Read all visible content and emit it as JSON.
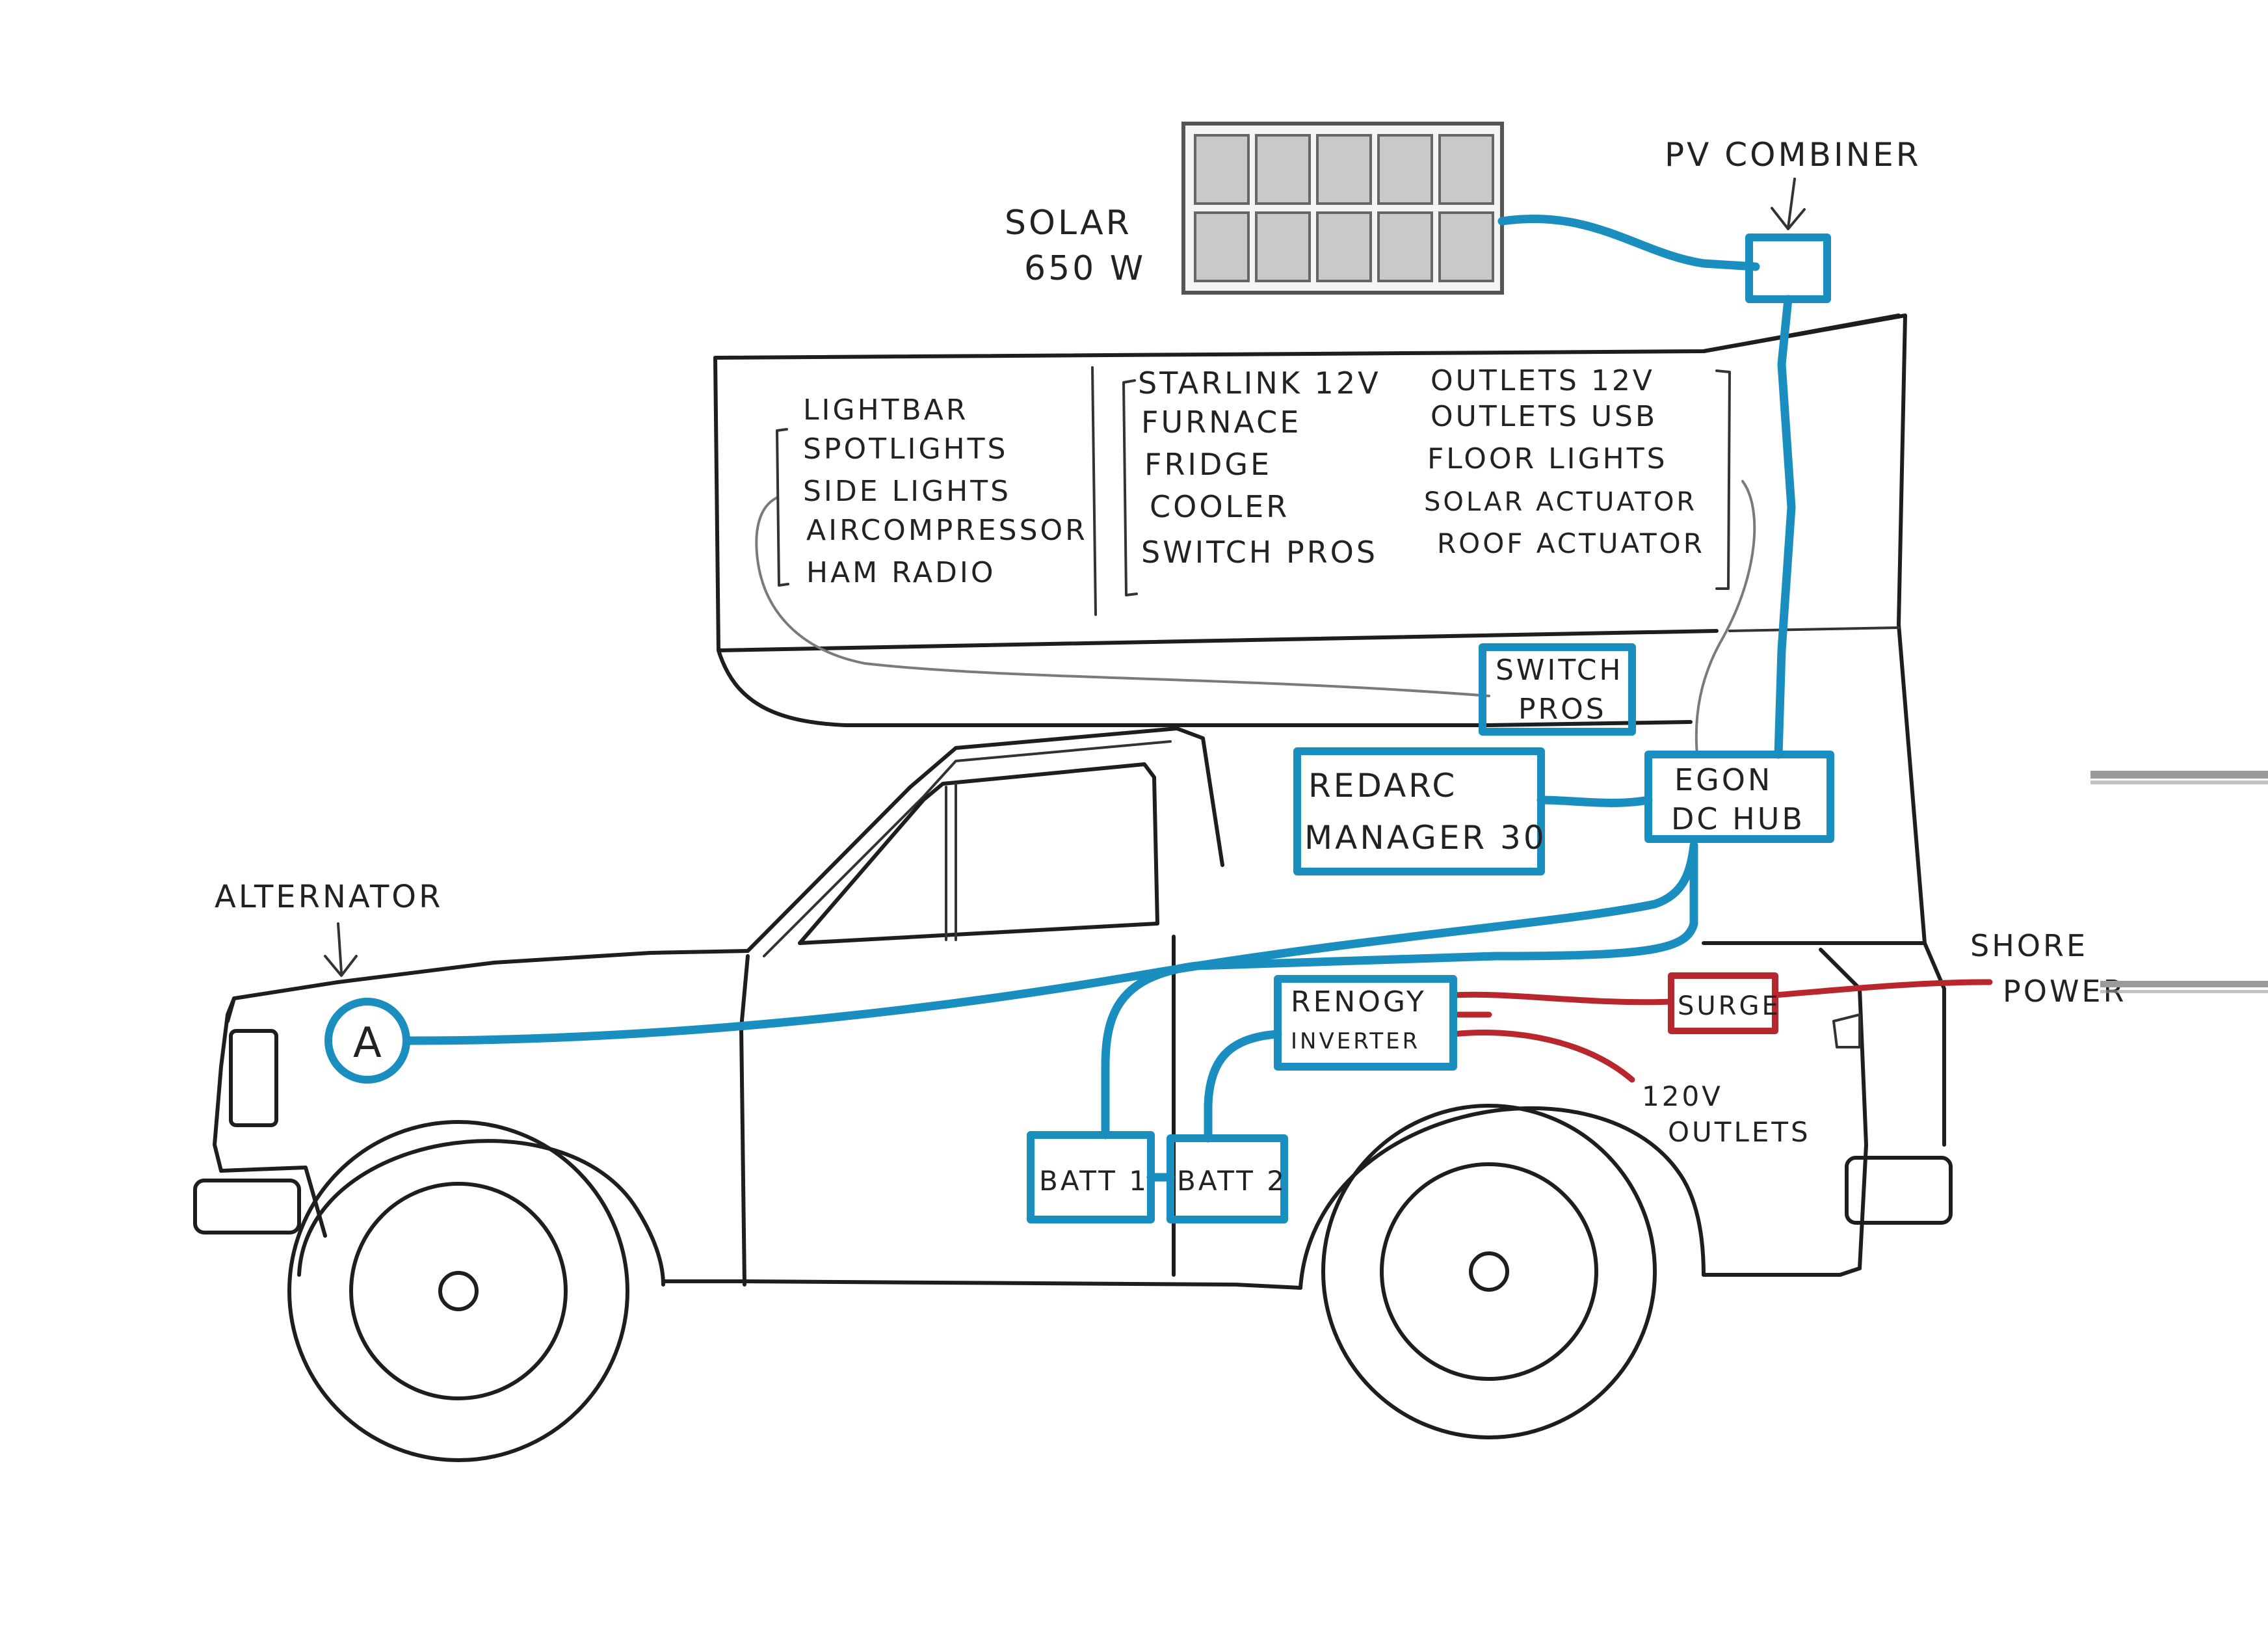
{
  "colors": {
    "ink": "#1e1e1e",
    "dc_wire": "#1a8fbf",
    "ac_wire": "#b8272d",
    "thin_wire": "#7a7a7a",
    "paper": "#ffffff"
  },
  "labels": {
    "solar": {
      "line1": "SOLAR",
      "line2": "650 W"
    },
    "pv_combiner": "PV COMBINER",
    "alternator": "ALTERNATOR",
    "alternator_symbol": "A",
    "switch_pros": {
      "line1": "SWITCH",
      "line2": "PROS"
    },
    "redarc": {
      "line1": "REDARC",
      "line2": "MANAGER 30"
    },
    "egon": {
      "line1": "EGON",
      "line2": "DC HUB"
    },
    "renogy": {
      "line1": "RENOGY",
      "line2": "INVERTER"
    },
    "surge": "SURGE",
    "shore_power": {
      "line1": "SHORE",
      "line2": "POWER"
    },
    "outlets_120v": {
      "line1": "120V",
      "line2": "OUTLETS"
    },
    "batt1": "BATT 1",
    "batt2": "BATT 2"
  },
  "loads": {
    "switch_pros_group": [
      "LIGHTBAR",
      "SPOTLIGHTS",
      "SIDE LIGHTS",
      "AIRCOMPRESSOR",
      "HAM RADIO"
    ],
    "hub_group_left": [
      "STARLINK 12V",
      "FURNACE",
      "FRIDGE",
      "COOLER",
      "SWITCH PROS"
    ],
    "hub_group_right": [
      "OUTLETS 12V",
      "OUTLETS USB",
      "FLOOR LIGHTS",
      "SOLAR ACTUATOR",
      "ROOF ACTUATOR"
    ]
  },
  "icons": {
    "pv_arrow": "down-arrow-icon",
    "alternator_arrow": "down-arrow-icon"
  }
}
